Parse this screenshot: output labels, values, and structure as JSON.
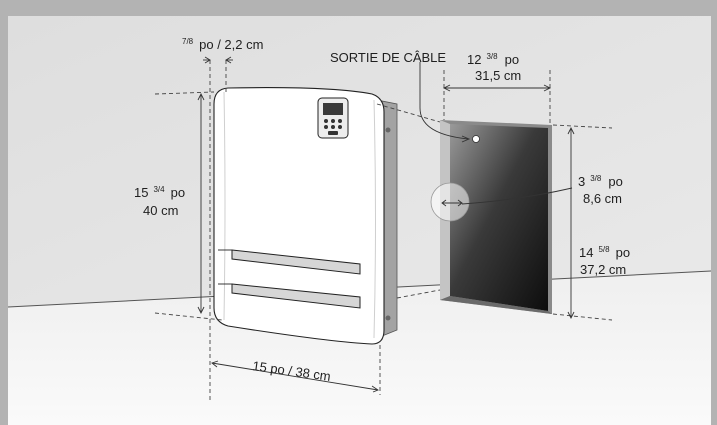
{
  "labels": {
    "cable_outlet": "SORTIE DE CÂBLE",
    "clearance_top": {
      "sup": "7/8",
      "text": "po / 2,2  cm"
    },
    "opening_width": {
      "whole": "12",
      "frac": "3/8",
      "unit": "po",
      "metric": "31,5 cm"
    },
    "outlet_offset": {
      "whole": "3",
      "frac": "3/8",
      "unit": "po",
      "metric": "8,6 cm"
    },
    "opening_height": {
      "whole": "14",
      "frac": "5/8",
      "unit": "po",
      "metric": "37,2 cm"
    },
    "heater_height": {
      "whole": "15",
      "frac": "3/4",
      "unit": "po",
      "metric": "40 cm"
    },
    "heater_width": "15 po / 38 cm"
  },
  "colors": {
    "frame": "#b3b3b3",
    "wall": "#e4e4e4",
    "floor": "#f7f7f7",
    "heater": "#ffffff",
    "opening_dark": "#1a1a1a",
    "ink": "#1f1f1f"
  },
  "icons": [
    "control-panel-icon",
    "cable-outlet-icon"
  ]
}
